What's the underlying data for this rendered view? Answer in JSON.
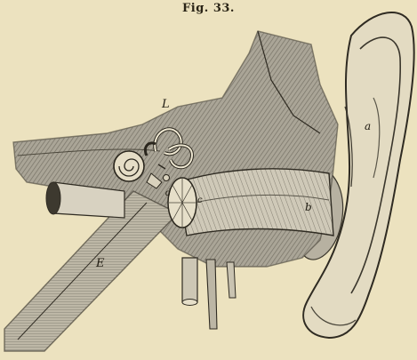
{
  "figure": {
    "caption": "Fig. 33.",
    "labels": {
      "L": "L",
      "a": "a",
      "b": "b",
      "c": "c",
      "d": "d",
      "E": "E"
    }
  },
  "colors": {
    "paper": "#ece2bf",
    "ink": "#2a2416",
    "shade_dark": "#6e695e",
    "shade_mid": "#a7a294",
    "shade_light": "#cfc9b8"
  }
}
